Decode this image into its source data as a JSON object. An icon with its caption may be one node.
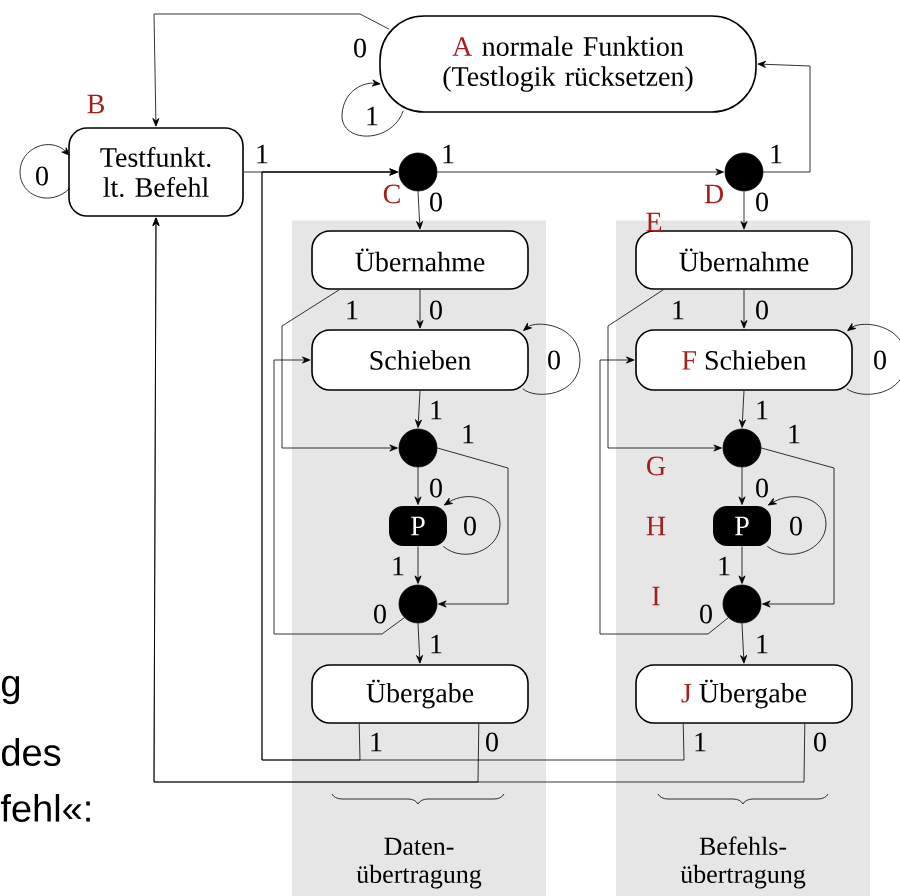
{
  "diagram": {
    "nodes": [
      {
        "text": [
          "A",
          "normale Funktion (Testlogik rücksetzen)"
        ]
      },
      {
        "text": [
          "Testfunkt. lt. Befehl"
        ],
        "beside": [
          "B"
        ]
      },
      {
        "text": [],
        "shape": "circle",
        "beside": [
          "C"
        ]
      },
      {
        "text": [],
        "shape": "circle",
        "beside": [
          "D"
        ]
      },
      {
        "text": [
          "Daten- übertragung"
        ]
      },
      {
        "text": [
          "Übernahme"
        ],
        "in": 4
      },
      {
        "text": [
          "Schieben"
        ],
        "in": 4
      },
      {
        "text": [],
        "shape": "circle",
        "in": 4
      },
      {
        "text": [
          "P"
        ],
        "in": 4
      },
      {
        "text": [],
        "shape": "circle",
        "in": 4
      },
      {
        "text": [
          "Übergabe"
        ],
        "in": 4
      },
      {
        "text": [
          "Befehls- übertragung"
        ]
      },
      {
        "text": [
          "Übernahme"
        ],
        "in": 11,
        "beside": [
          "E"
        ]
      },
      {
        "text": [
          "F",
          "Schieben"
        ],
        "in": 11
      },
      {
        "text": [],
        "shape": "circle",
        "in": 11,
        "beside": [
          "G"
        ]
      },
      {
        "text": [
          "P"
        ],
        "in": 11,
        "beside": [
          "H"
        ]
      },
      {
        "text": [],
        "shape": "circle",
        "in": 11,
        "beside": [
          "I"
        ]
      },
      {
        "text": [
          "J",
          "Übergabe"
        ],
        "in": 11
      }
    ],
    "edges": [
      {
        "from": 0,
        "to": 0,
        "arrow": "to",
        "label": "1"
      },
      {
        "from": 0,
        "to": 1,
        "arrow": "to",
        "label": "0"
      },
      {
        "from": 1,
        "to": 1,
        "arrow": "to",
        "label": "0"
      },
      {
        "from": 1,
        "to": 2,
        "arrow": "to",
        "label": "1"
      },
      {
        "from": 2,
        "to": 3,
        "arrow": "to",
        "label": "1"
      },
      {
        "from": 3,
        "to": 0,
        "arrow": "to",
        "label": "1"
      },
      {
        "from": 2,
        "to": 5,
        "arrow": "to",
        "label": "0"
      },
      {
        "from": 5,
        "to": 6,
        "arrow": "to",
        "label": "0"
      },
      {
        "from": 5,
        "to": 7,
        "arrow": "to",
        "label": "1"
      },
      {
        "from": 6,
        "to": 6,
        "arrow": "to",
        "label": "0"
      },
      {
        "from": 6,
        "to": 7,
        "arrow": "to",
        "label": "1"
      },
      {
        "from": 7,
        "to": 8,
        "arrow": "to",
        "label": "0"
      },
      {
        "from": 7,
        "to": 9,
        "arrow": "to",
        "label": "1"
      },
      {
        "from": 8,
        "to": 8,
        "arrow": "to",
        "label": "0"
      },
      {
        "from": 8,
        "to": 9,
        "arrow": "to",
        "label": "1"
      },
      {
        "from": 9,
        "to": 6,
        "arrow": "to",
        "label": "0"
      },
      {
        "from": 9,
        "to": 10,
        "arrow": "to",
        "label": "1"
      },
      {
        "from": 10,
        "to": 2,
        "arrow": "to",
        "label": "1"
      },
      {
        "from": 10,
        "to": 1,
        "arrow": "to",
        "label": "0"
      },
      {
        "from": 3,
        "to": 12,
        "arrow": "to",
        "label": "0"
      },
      {
        "from": 12,
        "to": 13,
        "arrow": "to",
        "label": "0"
      },
      {
        "from": 12,
        "to": 14,
        "arrow": "to",
        "label": "1"
      },
      {
        "from": 13,
        "to": 13,
        "arrow": "to",
        "label": "0"
      },
      {
        "from": 13,
        "to": 14,
        "arrow": "to",
        "label": "1"
      },
      {
        "from": 14,
        "to": 15,
        "arrow": "to",
        "label": "0"
      },
      {
        "from": 14,
        "to": 16,
        "arrow": "to",
        "label": "1"
      },
      {
        "from": 15,
        "to": 15,
        "arrow": "to",
        "label": "0"
      },
      {
        "from": 15,
        "to": 16,
        "arrow": "to",
        "label": "1"
      },
      {
        "from": 16,
        "to": 13,
        "arrow": "to",
        "label": "0"
      },
      {
        "from": 16,
        "to": 17,
        "arrow": "to",
        "label": "1"
      },
      {
        "from": 17,
        "to": 2,
        "arrow": "to",
        "label": "1"
      },
      {
        "from": 17,
        "to": 1,
        "arrow": "to",
        "label": "0"
      }
    ],
    "labels": [
      "g",
      "des",
      "fehl«:"
    ]
  }
}
